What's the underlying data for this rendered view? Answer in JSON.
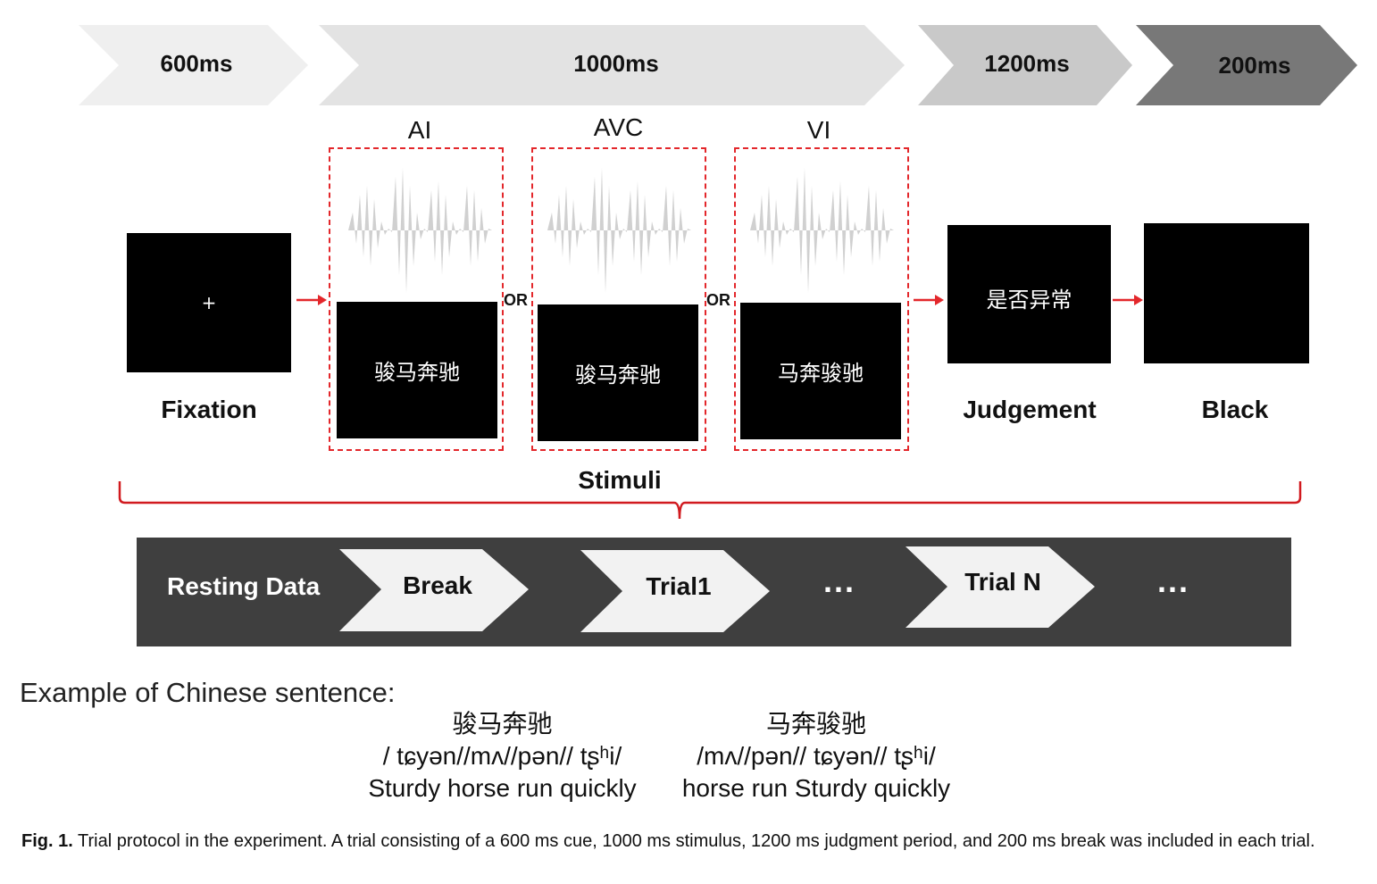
{
  "timeline": {
    "segments": [
      {
        "label": "600ms",
        "color": "#efefef"
      },
      {
        "label": "1000ms",
        "color": "#e3e3e3"
      },
      {
        "label": "1200ms",
        "color": "#c9c9c9"
      },
      {
        "label": "200ms",
        "color": "#787878"
      }
    ]
  },
  "stimuli": {
    "fixation": {
      "symbol": "+",
      "label": "Fixation"
    },
    "options": [
      {
        "modality": "AI",
        "text": "骏马奔驰"
      },
      {
        "modality": "AVC",
        "text": "骏马奔驰"
      },
      {
        "modality": "VI",
        "text": "马奔骏驰"
      }
    ],
    "or_label": "OR",
    "judgement": {
      "text": "是否异常",
      "label": "Judgement"
    },
    "black": {
      "label": "Black"
    },
    "group_label": "Stimuli",
    "accent_color": "#e3272b"
  },
  "sequence": {
    "start_label": "Resting Data",
    "items": [
      "Break",
      "Trial1",
      "Trial N"
    ],
    "ellipsis": "..."
  },
  "example": {
    "title": "Example of Chinese sentence:",
    "sentences": [
      {
        "chinese": "骏马奔驰",
        "ipa": "/ tɕyən//mʌ//pən// tʂʰi/",
        "gloss": "Sturdy horse run quickly"
      },
      {
        "chinese": "马奔骏驰",
        "ipa": "/mʌ//pən// tɕyən// tʂʰi/",
        "gloss": "horse run Sturdy quickly"
      }
    ]
  },
  "caption": {
    "prefix": "Fig. 1.",
    "text": "Trial protocol in the experiment. A trial consisting of a 600 ms cue, 1000 ms stimulus, 1200 ms judgment period, and 200 ms break was included in each trial."
  }
}
